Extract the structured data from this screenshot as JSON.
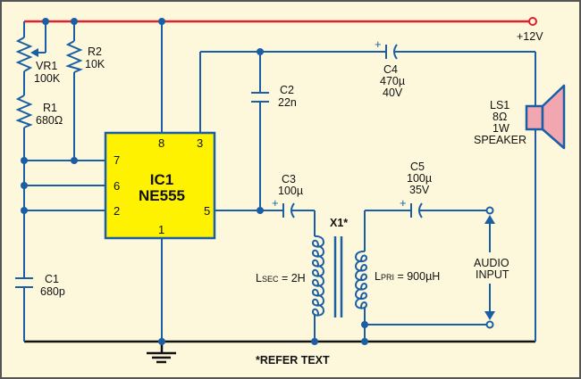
{
  "diagram": {
    "title": "NE555 audio amplifier / oscillator schematic",
    "colors": {
      "background": "#fdf8dc",
      "border": "#555555",
      "wire": "#1a5fa6",
      "supply_rail": "#e0202e",
      "ground_rail": "#111111",
      "ic_fill": "#fff200",
      "speaker_fill": "#f2a7b0"
    },
    "supply": {
      "label": "+12V"
    },
    "ic": {
      "name": "IC1",
      "part": "NE555",
      "pins": {
        "p8": "8",
        "p3": "3",
        "p7": "7",
        "p6": "6",
        "p2": "2",
        "p5": "5",
        "p1": "1"
      }
    },
    "components": {
      "vr1": {
        "ref": "VR1",
        "value": "100K"
      },
      "r2": {
        "ref": "R2",
        "value": "10K"
      },
      "r1": {
        "ref": "R1",
        "value": "680Ω"
      },
      "c1": {
        "ref": "C1",
        "value": "680p"
      },
      "c2": {
        "ref": "C2",
        "value": "22n"
      },
      "c3": {
        "ref": "C3",
        "value": "100µ",
        "polarity": "+"
      },
      "c4": {
        "ref": "C4",
        "value": "470µ",
        "voltage": "40V",
        "polarity": "+"
      },
      "c5": {
        "ref": "C5",
        "value": "100µ",
        "voltage": "35V",
        "polarity": "+"
      },
      "ls1": {
        "ref": "LS1",
        "impedance": "8Ω",
        "power": "1W",
        "type": "SPEAKER"
      },
      "x1": {
        "ref": "X1*",
        "lsec_prefix": "L",
        "lsec_sub": "SEC",
        "lsec_value": " = 2H",
        "lpri_prefix": "L",
        "lpri_sub": "PRI",
        "lpri_value": " = 900µH"
      }
    },
    "audio_input": {
      "line1": "AUDIO",
      "line2": "INPUT"
    },
    "footnote": "*REFER TEXT"
  }
}
